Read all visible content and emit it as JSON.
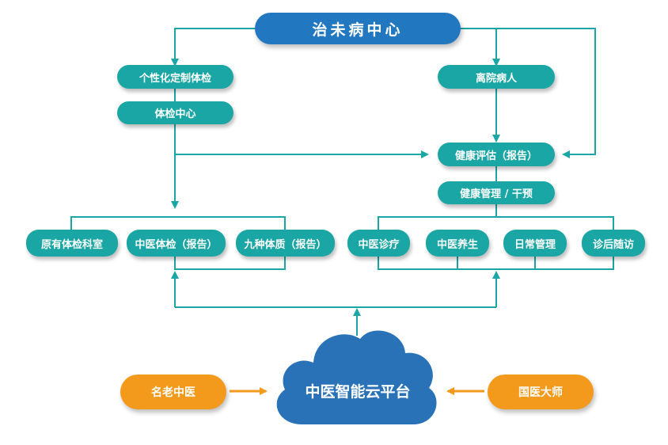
{
  "colors": {
    "connector": "#1aa6a4",
    "teal_node": "#1aa6a4",
    "top_node": "#2278c0",
    "cloud": "#2a72b8",
    "orange_node": "#f39a1c"
  },
  "nodes": {
    "top": "治未病中心",
    "personalized_exam": "个性化定制体检",
    "exam_center": "体检中心",
    "discharged_patient": "离院病人",
    "health_assessment": "健康评估（报告）",
    "health_management": "健康管理 / 干预",
    "original_dept": "原有体检科室",
    "tcm_exam": "中医体检（报告）",
    "nine_constitutions": "九种体质（报告）",
    "tcm_treatment": "中医诊疗",
    "tcm_wellness": "中医养生",
    "daily_management": "日常管理",
    "followup": "诊后随访",
    "cloud_platform": "中医智能云平台",
    "famous_doctors": "名老中医",
    "national_masters": "国医大师"
  }
}
